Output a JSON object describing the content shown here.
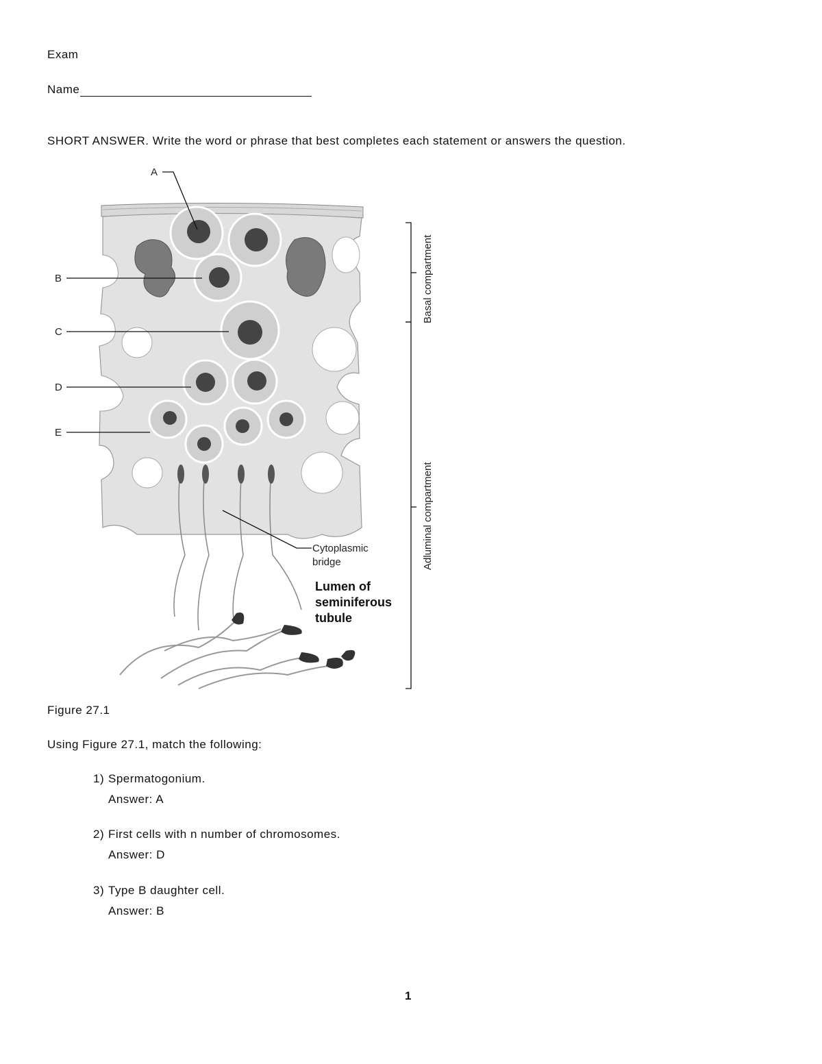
{
  "header": {
    "exam_title": "Exam",
    "name_label": "Name"
  },
  "instructions": "SHORT ANSWER.  Write the word or phrase that best completes each statement or answers the question.",
  "figure": {
    "labels": {
      "a": "A",
      "b": "B",
      "c": "C",
      "d": "D",
      "e": "E"
    },
    "cytoplasmic_bridge": [
      "Cytoplasmic",
      "bridge"
    ],
    "lumen": [
      "Lumen of",
      "seminiferous",
      "tubule"
    ],
    "basal_compartment": "Basal compartment",
    "adluminal_compartment": "Adluminal compartment",
    "caption": "Figure 27.1"
  },
  "match_prompt": "Using Figure 27.1, match the following:",
  "questions": [
    {
      "number": "1)",
      "text": "Spermatogonium.",
      "answer": "Answer:  A"
    },
    {
      "number": "2)",
      "text": "First cells with n number of chromosomes.",
      "answer": "Answer:  D"
    },
    {
      "number": "3)",
      "text": "Type B daughter cell.",
      "answer": "Answer:  B"
    }
  ],
  "page_number": "1"
}
